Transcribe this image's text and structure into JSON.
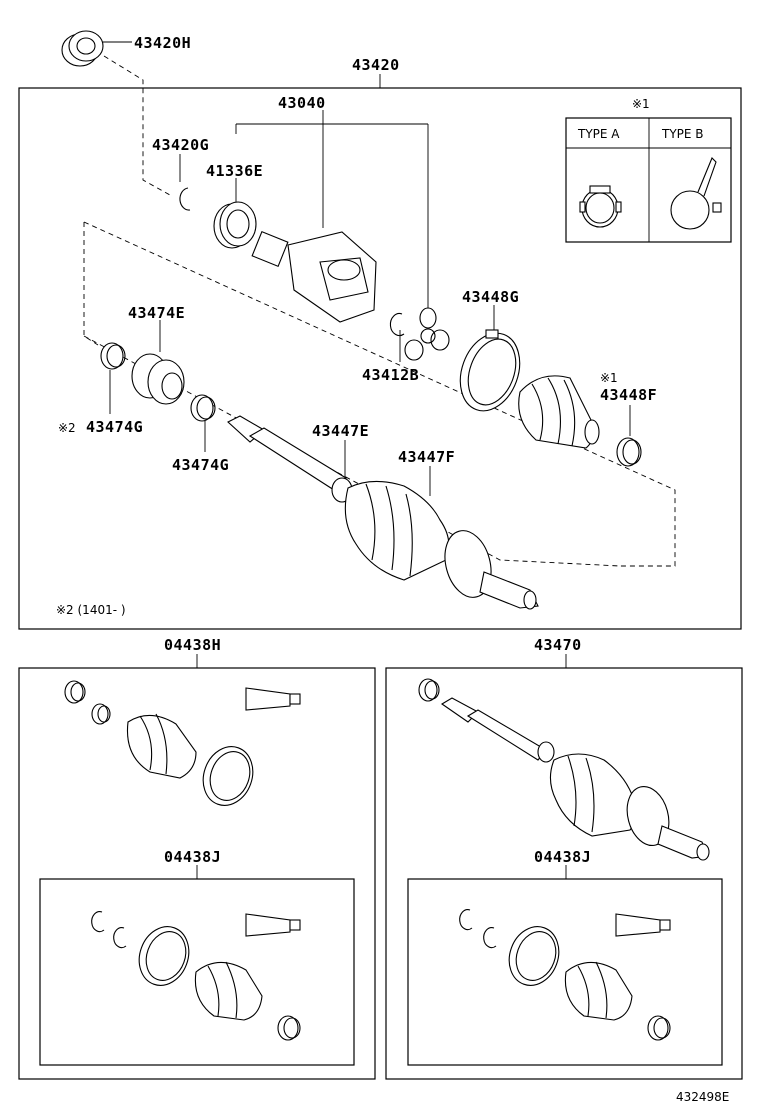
{
  "labels": {
    "p43420H": "43420H",
    "p43420": "43420",
    "p43040": "43040",
    "p43420G": "43420G",
    "p41336E": "41336E",
    "p43474E": "43474E",
    "p43448G": "43448G",
    "p43412B": "43412B",
    "p43448F": "43448F",
    "p43474G_a": "43474G",
    "p43474G_b": "43474G",
    "p43447E": "43447E",
    "p43447F": "43447F",
    "p04438H": "04438H",
    "p43470": "43470",
    "p04438J_a": "04438J",
    "p04438J_b": "04438J"
  },
  "notes": {
    "mark1_top": "※1",
    "mark1_448f": "※1",
    "mark2_474g": "※2",
    "footnote": "※2 (1401-    )",
    "catalog_id": "432498E"
  },
  "legend": {
    "type_a": "TYPE A",
    "type_b": "TYPE B"
  }
}
